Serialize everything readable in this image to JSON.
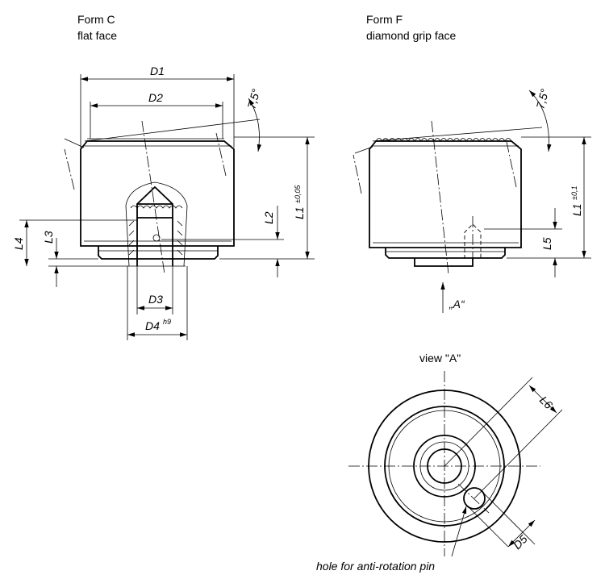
{
  "form_c": {
    "title": "Form C",
    "subtitle": "flat face"
  },
  "form_f": {
    "title": "Form F",
    "subtitle": "diamond grip face"
  },
  "dimensions": {
    "d1": "D1",
    "d2": "D2",
    "d3": "D3",
    "d4": "D4",
    "d4_tol": "h9",
    "d5": "D5",
    "l1": "L1",
    "l1_tol_c": "±0,05",
    "l1_tol_f": "±0,1",
    "l2": "L2",
    "l3": "L3",
    "l4": "L4",
    "l5": "L5",
    "l6": "L6",
    "angle": "7,5°"
  },
  "view_arrow_label": "„A“",
  "view_title": "view \"A\"",
  "pin_hole_label": "hole for anti-rotation pin"
}
